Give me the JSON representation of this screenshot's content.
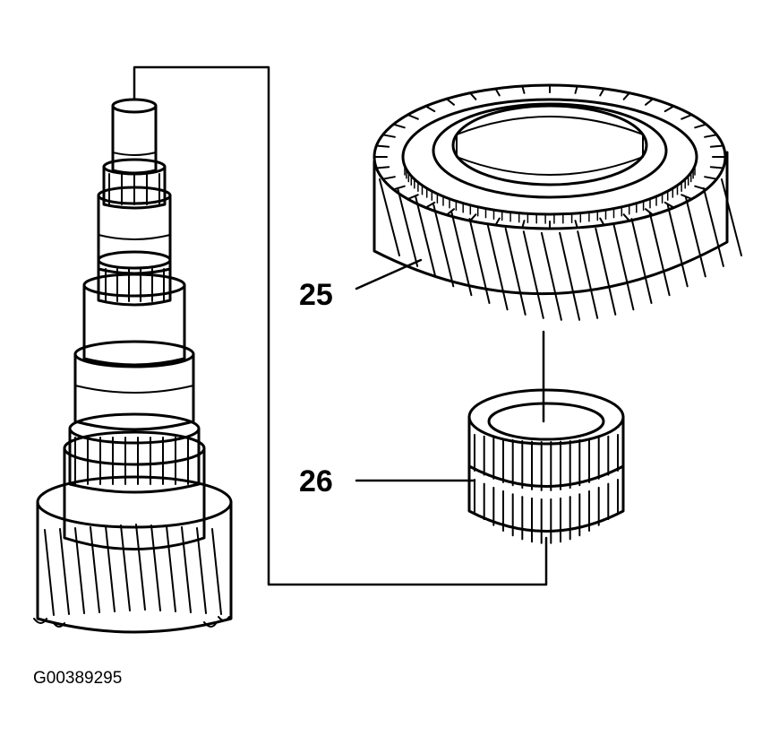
{
  "callouts": {
    "gear": "25",
    "bearing": "26"
  },
  "figure_id": "G00389295",
  "colors": {
    "ink": "#000000",
    "paper": "#ffffff"
  }
}
